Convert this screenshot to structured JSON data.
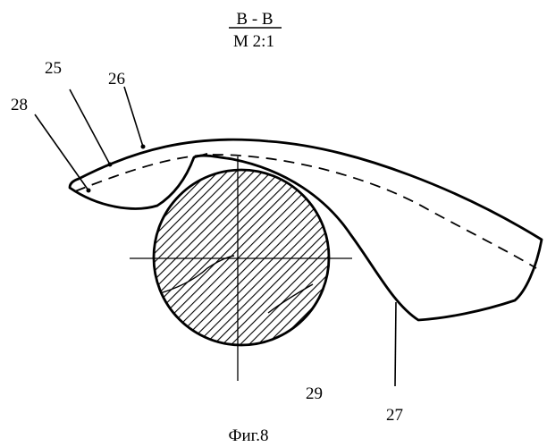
{
  "figure": {
    "section_title": "В - В",
    "scale": "М 2:1",
    "caption": "Фиг.8"
  },
  "labels": {
    "l25": "25",
    "l26": "26",
    "l27": "27",
    "l28": "28",
    "l29": "29"
  }
}
